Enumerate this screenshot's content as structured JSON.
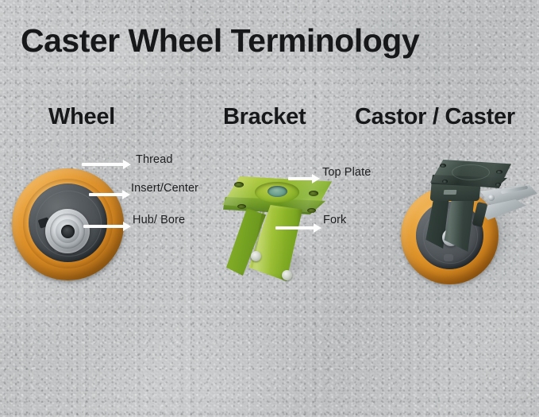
{
  "page": {
    "title": "Caster Wheel Terminology",
    "background_color": "#c7c9ca",
    "text_color": "#17181a",
    "arrow_color": "#fdfdfd"
  },
  "sections": [
    {
      "id": "wheel",
      "heading": "Wheel"
    },
    {
      "id": "bracket",
      "heading": "Bracket"
    },
    {
      "id": "caster",
      "heading": "Castor / Caster"
    }
  ],
  "callouts": {
    "wheel": [
      {
        "label": "Thread",
        "points_to": "tire-outer-surface"
      },
      {
        "label": "Insert/Center",
        "points_to": "wheel-core"
      },
      {
        "label": "Hub/ Bore",
        "points_to": "bearing-bore"
      }
    ],
    "bracket": [
      {
        "label": "Top Plate",
        "points_to": "mounting-plate"
      },
      {
        "label": "Fork",
        "points_to": "fork-leg"
      }
    ]
  },
  "colors": {
    "tread_orange": "#dd8f27",
    "wheel_core_gray": "#4a4f53",
    "bearing_silver": "#cdd1d4",
    "bracket_yellow_zinc": "#98bd2c",
    "caster_fork_green": "#36433e",
    "brake_chrome": "#c3c9cc"
  }
}
